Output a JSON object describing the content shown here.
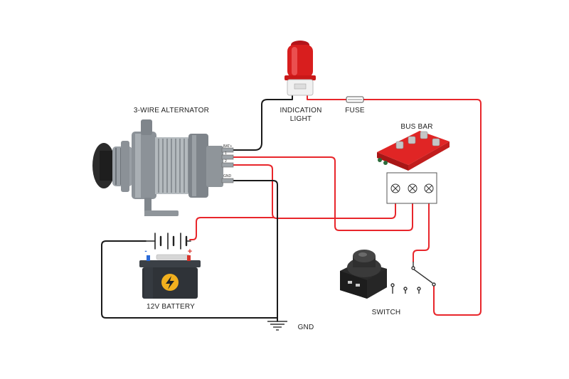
{
  "labels": {
    "alternator": "3-WIRE ALTERNATOR",
    "indication_light_line1": "INDICATION",
    "indication_light_line2": "LIGHT",
    "fuse": "FUSE",
    "bus_bar": "BUS BAR",
    "battery": "12V BATTERY",
    "switch": "SWITCH",
    "ground": "GND"
  },
  "terminals": {
    "bat": "BAT+",
    "t1": "1",
    "t2": "2",
    "gnd": "GND"
  },
  "battery_polarity": {
    "negative": "-",
    "positive": "+"
  },
  "colors": {
    "wire_red": "#e8262b",
    "wire_black": "#1a1a1a",
    "beacon_red": "#d81e1e",
    "bus_bar_red": "#e02525",
    "battery_body": "#2f3338",
    "battery_bolt": "#f2b01e"
  }
}
